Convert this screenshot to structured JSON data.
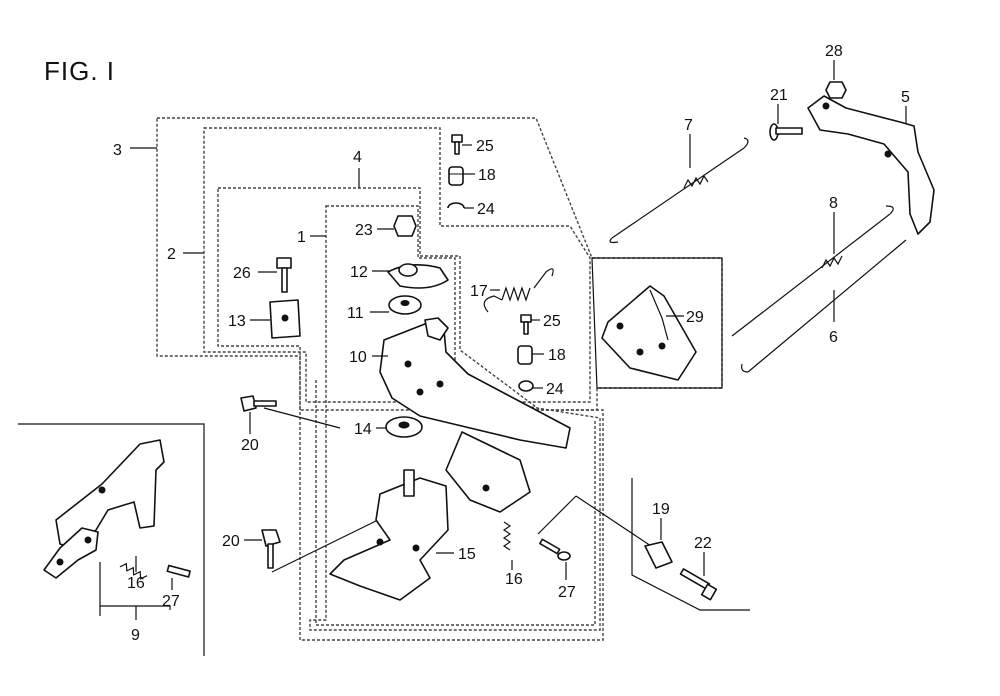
{
  "figure": {
    "title": "FIG. I"
  },
  "callouts": {
    "c1": "1",
    "c2": "2",
    "c3": "3",
    "c4": "4",
    "c5": "5",
    "c6": "6",
    "c7": "7",
    "c8": "8",
    "c9": "9",
    "c10": "10",
    "c11": "11",
    "c12": "12",
    "c13": "13",
    "c14": "14",
    "c15": "15",
    "c16a": "16",
    "c16b": "16",
    "c17": "17",
    "c18a": "18",
    "c18b": "18",
    "c19": "19",
    "c20a": "20",
    "c20b": "20",
    "c21": "21",
    "c22": "22",
    "c23": "23",
    "c24a": "24",
    "c24b": "24",
    "c25a": "25",
    "c25b": "25",
    "c26": "26",
    "c27a": "27",
    "c27b": "27",
    "c28": "28",
    "c29": "29"
  }
}
